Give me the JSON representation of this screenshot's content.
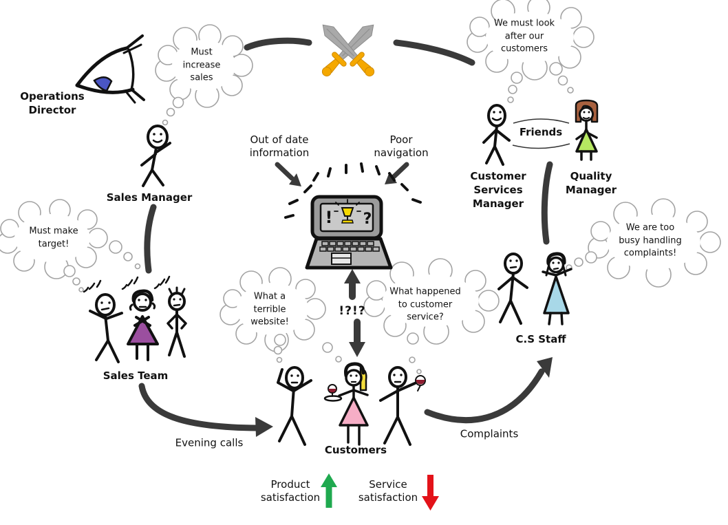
{
  "labels": {
    "operations_director": {
      "lines": [
        "Operations",
        "Director"
      ]
    },
    "sales_manager": {
      "label": "Sales Manager"
    },
    "sales_team": {
      "label": "Sales Team"
    },
    "customers": {
      "label": "Customers"
    },
    "cs_staff": {
      "label": "C.S Staff"
    },
    "customer_services_manager": {
      "lines": [
        "Customer",
        "Services",
        "Manager"
      ]
    },
    "quality_manager": {
      "lines": [
        "Quality",
        "Manager"
      ]
    },
    "friends": {
      "label": "Friends"
    }
  },
  "thought_bubbles": {
    "must_increase_sales": {
      "lines": [
        "Must",
        "increase",
        "sales"
      ]
    },
    "look_after_customers": {
      "lines": [
        "We must look",
        "after our",
        "customers"
      ]
    },
    "must_make_target": {
      "lines": [
        "Must make",
        "target!"
      ]
    },
    "terrible_website": {
      "lines": [
        "What a",
        "terrible",
        "website!"
      ]
    },
    "customer_service_gone": {
      "lines": [
        "What happened",
        "to customer",
        "service?"
      ]
    },
    "too_busy": {
      "lines": [
        "We are too",
        "busy handling",
        "complaints!"
      ]
    }
  },
  "annotations": {
    "out_of_date": {
      "lines": [
        "Out of date",
        "information"
      ]
    },
    "poor_navigation": {
      "lines": [
        "Poor",
        "navigation"
      ]
    },
    "interrobang": "!?!?",
    "evening_calls": "Evening calls",
    "complaints": "Complaints",
    "product_satisfaction": {
      "lines": [
        "Product",
        "satisfaction"
      ]
    },
    "service_satisfaction": {
      "lines": [
        "Service",
        "satisfaction"
      ]
    }
  },
  "laptop_screen": {
    "exclamation": "!",
    "question": "?"
  },
  "icons": {
    "operations_director": "eye-icon",
    "conflict": "crossed-swords-icon",
    "website": "laptop-icon",
    "celebration": "goblet-icon",
    "customer_drink": "wine-glass-icon",
    "product_trend": "green-up-arrow-icon",
    "service_trend": "red-down-arrow-icon",
    "thought": "thought-cloud-icon"
  },
  "colors": {
    "connector": "#3a3a3a",
    "sword_blade": "#a9a9a9",
    "sword_hilt": "#f5a800",
    "eye_iris": "#4a56c4",
    "sales_team_dress": "#9b4f9f",
    "quality_manager_dress": "#b6e861",
    "quality_manager_hair": "#a8613f",
    "customer_dress": "#f6aec6",
    "customer_hair": "#f2dc3c",
    "cs_staff_dress": "#a8d8e8",
    "wine": "#8e1c30",
    "laptop_body": "#b5b5b5",
    "laptop_screen": "#c9c9c9",
    "goblet": "#f5d800",
    "product_up": "#1fa94f",
    "service_down": "#e31219"
  }
}
